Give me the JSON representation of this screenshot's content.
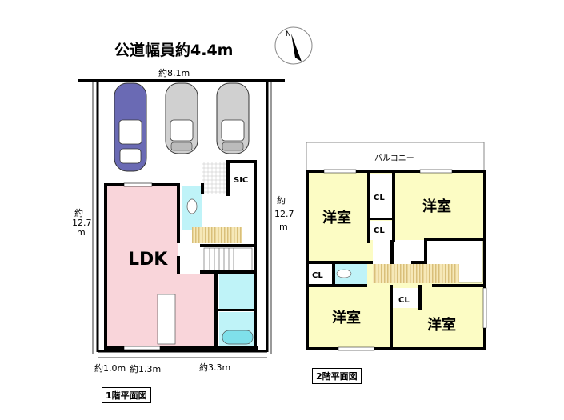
{
  "road_width": "公道幅員約4.4m",
  "compass": {
    "north_label": "N"
  },
  "floor1": {
    "caption": "1階平面図",
    "width_dim": "約8.1m",
    "depth_dim_left": {
      "line1": "約",
      "line2": "12.7",
      "line3": "m"
    },
    "depth_dim_right": {
      "line1": "約",
      "line2": "12.7",
      "line3": "m"
    },
    "bottom_dims": [
      "約1.0m",
      "約1.3m",
      "約3.3m"
    ],
    "rooms": {
      "ldk": "LDK",
      "sic": "SIC"
    }
  },
  "floor2": {
    "caption": "2階平面図",
    "balcony": "バルコニー",
    "rooms": [
      "洋室",
      "洋室",
      "洋室",
      "洋室"
    ],
    "closets": [
      "CL",
      "CL",
      "CL",
      "CL"
    ]
  },
  "colors": {
    "ldk": "#f9d5da",
    "western_room": "#fcfcc4",
    "water": "#bff3f8",
    "car_blue": "#6a6ab4",
    "car_gray": "#cfcfcf",
    "stair_hall": "#f0deaa"
  }
}
